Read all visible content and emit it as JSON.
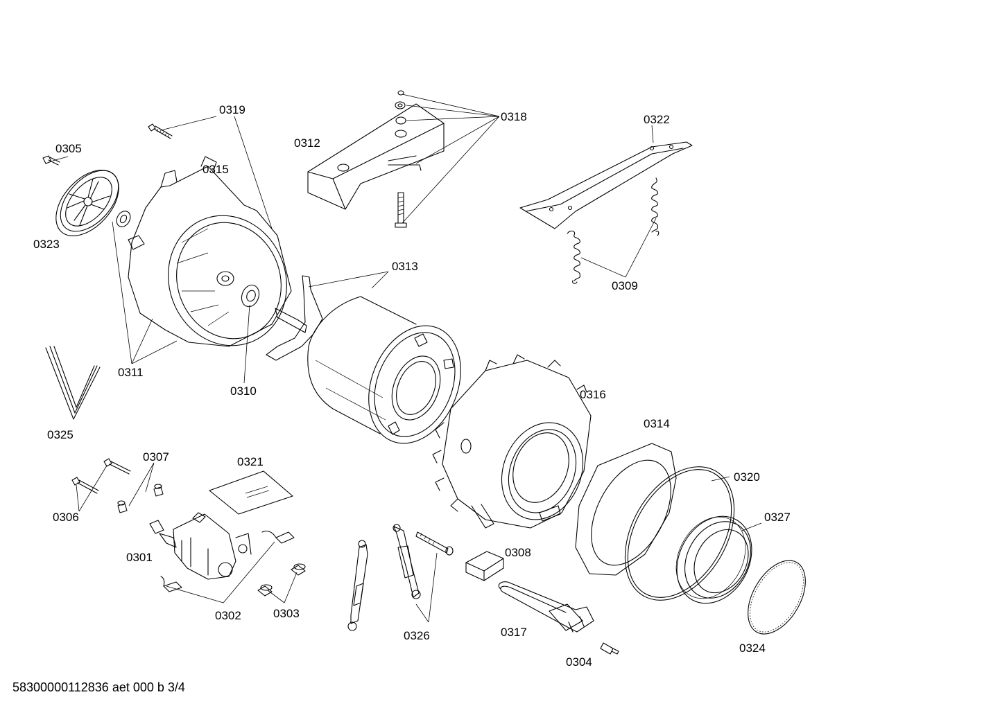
{
  "labels": {
    "p0305": "0305",
    "p0319": "0319",
    "p0315": "0315",
    "p0312": "0312",
    "p0318": "0318",
    "p0322": "0322",
    "p0323": "0323",
    "p0313": "0313",
    "p0309": "0309",
    "p0311": "0311",
    "p0310": "0310",
    "p0316": "0316",
    "p0314": "0314",
    "p0325": "0325",
    "p0307": "0307",
    "p0321": "0321",
    "p0320": "0320",
    "p0306": "0306",
    "p0327": "0327",
    "p0308": "0308",
    "p0301": "0301",
    "p0302": "0302",
    "p0303": "0303",
    "p0326": "0326",
    "p0317": "0317",
    "p0324": "0324",
    "p0304": "0304"
  },
  "footer": "58300000112836 aet 000 b 3/4"
}
